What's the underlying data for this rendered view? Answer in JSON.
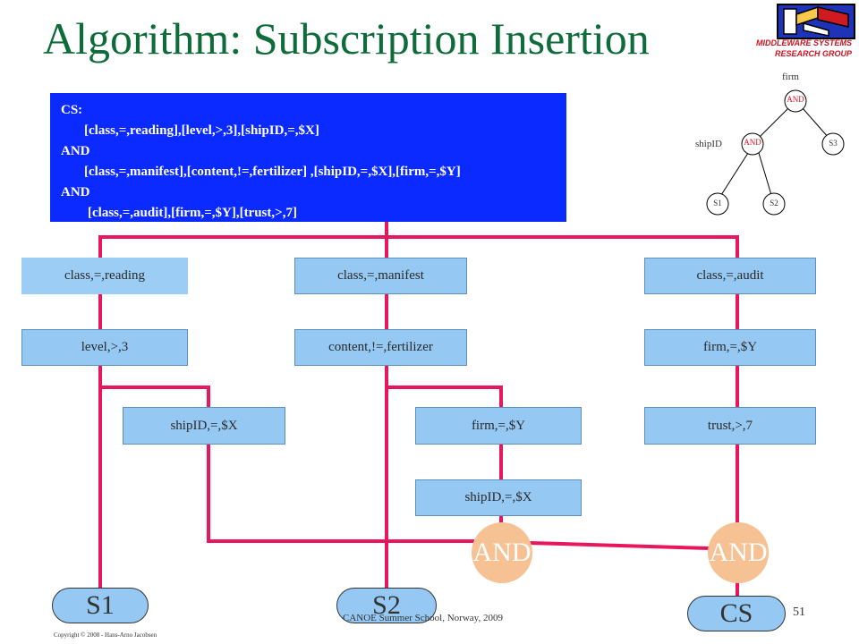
{
  "slide": {
    "title": "Algorithm: Subscription Insertion",
    "group_line1": "MIDDLEWARE SYSTEMS",
    "group_line2": "RESEARCH GROUP",
    "footer": "CANOE Summer School, Norway, 2009",
    "copyright": "Copyright © 2008 - Hans-Arno Jacobsen",
    "page_number": "51"
  },
  "subscription": {
    "label": "CS:",
    "line1": "[class,=,reading],[level,>,3],[shipID,=,$X]",
    "and1": "AND",
    "line2": "[class,=,manifest],[content,!=,fertilizer] ,[shipID,=,$X],[firm,=,$Y]",
    "and2": "AND",
    "line3": "[class,=,audit],[firm,=,$Y],[trust,>,7]"
  },
  "nodes": {
    "reading_class": "class,=,reading",
    "reading_level": "level,>,3",
    "reading_shipid": "shipID,=,$X",
    "manifest_class": "class,=,manifest",
    "manifest_content": "content,!=,fertilizer",
    "manifest_firm": "firm,=,$Y",
    "manifest_shipid": "shipID,=,$X",
    "audit_class": "class,=,audit",
    "audit_firm": "firm,=,$Y",
    "audit_trust": "trust,>,7"
  },
  "join": {
    "and_left": "AND",
    "and_right": "AND",
    "s1": "S1",
    "s2": "S2",
    "cs": "CS"
  },
  "mini_tree": {
    "firm_label": "firm",
    "top_and": "AND",
    "shipid_label": "shipID",
    "mid_and": "AND",
    "s1": "S1",
    "s2": "S2",
    "s3": "S3"
  },
  "colors": {
    "title": "#0e6b3a",
    "wire": "#e8175d",
    "cs_box": "#0a2aff",
    "node_fill": "#95c8f2",
    "and_fill": "#f6c193",
    "group_text": "#d0101e"
  }
}
